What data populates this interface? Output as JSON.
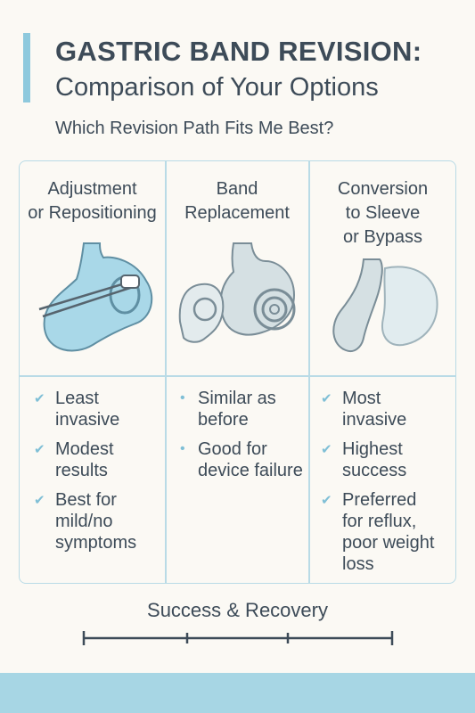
{
  "header": {
    "title": "GASTRIC BAND REVISION:",
    "subtitle": "Comparison of Your Options",
    "question": "Which Revision Path Fits Me Best?"
  },
  "columns": [
    {
      "heading_lines": [
        "Adjustment",
        "or Repositioning"
      ],
      "marker": "check-icon",
      "options": [
        [
          "Least",
          "invasive"
        ],
        [
          "Modest",
          "results"
        ],
        [
          "Best for",
          "mild/no",
          "symptoms"
        ]
      ]
    },
    {
      "heading_lines": [
        "Band",
        "Replacement"
      ],
      "marker": "bullet",
      "options": [
        [
          "Similar as",
          "before"
        ],
        [
          "Good for",
          "device failure"
        ]
      ]
    },
    {
      "heading_lines": [
        "Conversion",
        "to Sleeve",
        "or Bypass"
      ],
      "marker": "check-icon",
      "options": [
        [
          "Most",
          "invasive"
        ],
        [
          "Highest",
          "success"
        ],
        [
          "Preferred",
          "for reflux,",
          "poor weight",
          "loss"
        ]
      ]
    }
  ],
  "footer": {
    "scale_label": "Success & Recovery"
  },
  "colors": {
    "accent": "#8ec9dd",
    "text": "#3d4b58",
    "stomach_fill": "#a9d8e8",
    "stomach_gray": "#d5e0e3",
    "footer_band": "#a7d6e4"
  }
}
